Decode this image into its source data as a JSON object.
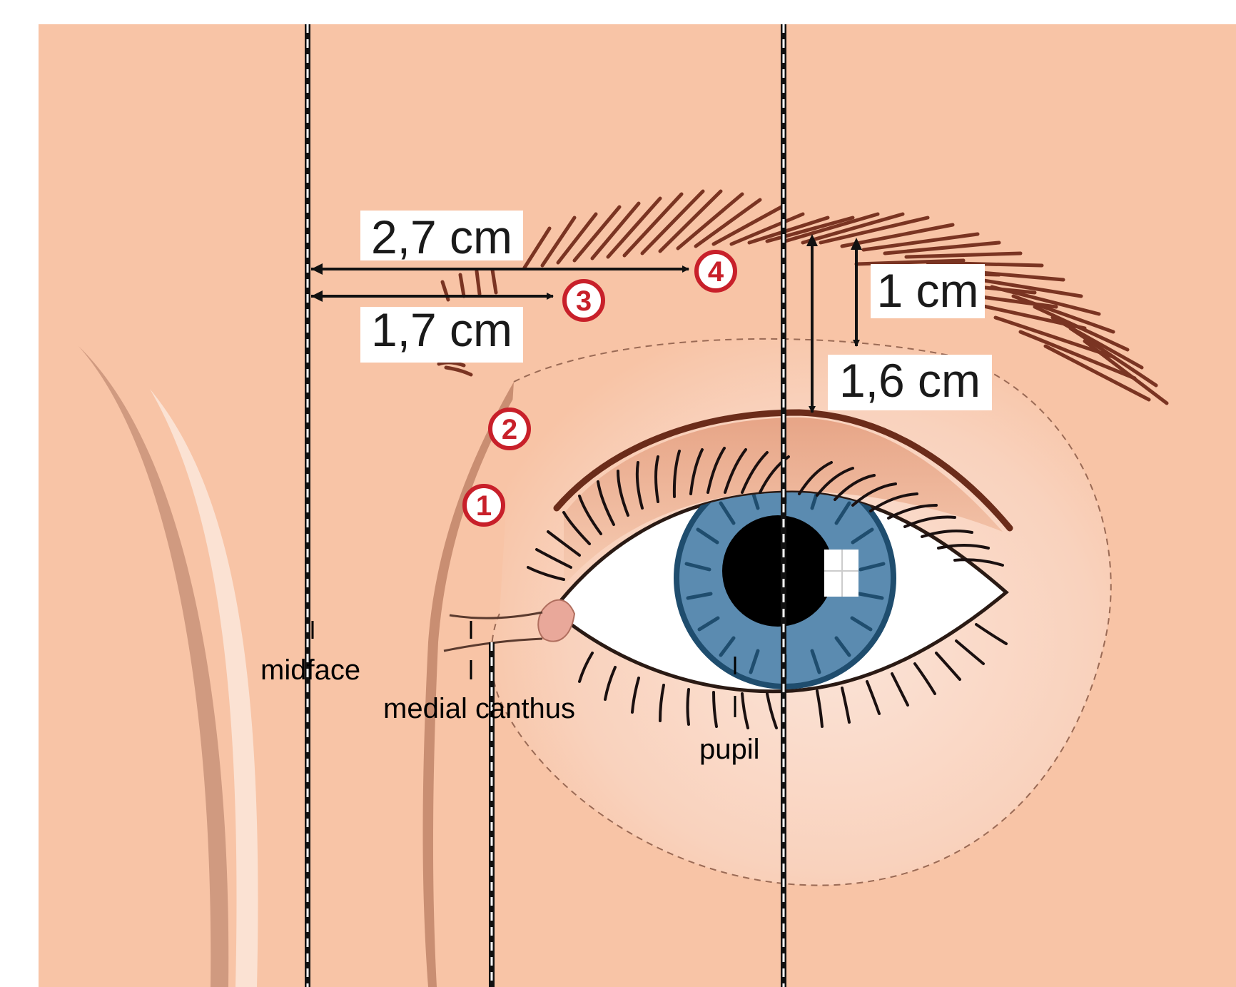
{
  "measurements": {
    "brow_peak": "2,7 cm",
    "brow_medial": "1,7 cm",
    "brow_to_fold": "1 cm",
    "brow_to_lid": "1,6 cm"
  },
  "labels": {
    "midface": "midface",
    "medial_canthus": "medial canthus",
    "pupil": "pupil"
  },
  "markers": [
    "1",
    "2",
    "3",
    "4"
  ],
  "colors": {
    "skin": "#f8c4a6",
    "brow_hair": "#7a3422",
    "iris": "#5b8bb0",
    "iris_dark": "#1f4d6e",
    "pupil": "#000000",
    "marker": "#c8202a",
    "guide_line": "#1a1a1a"
  }
}
